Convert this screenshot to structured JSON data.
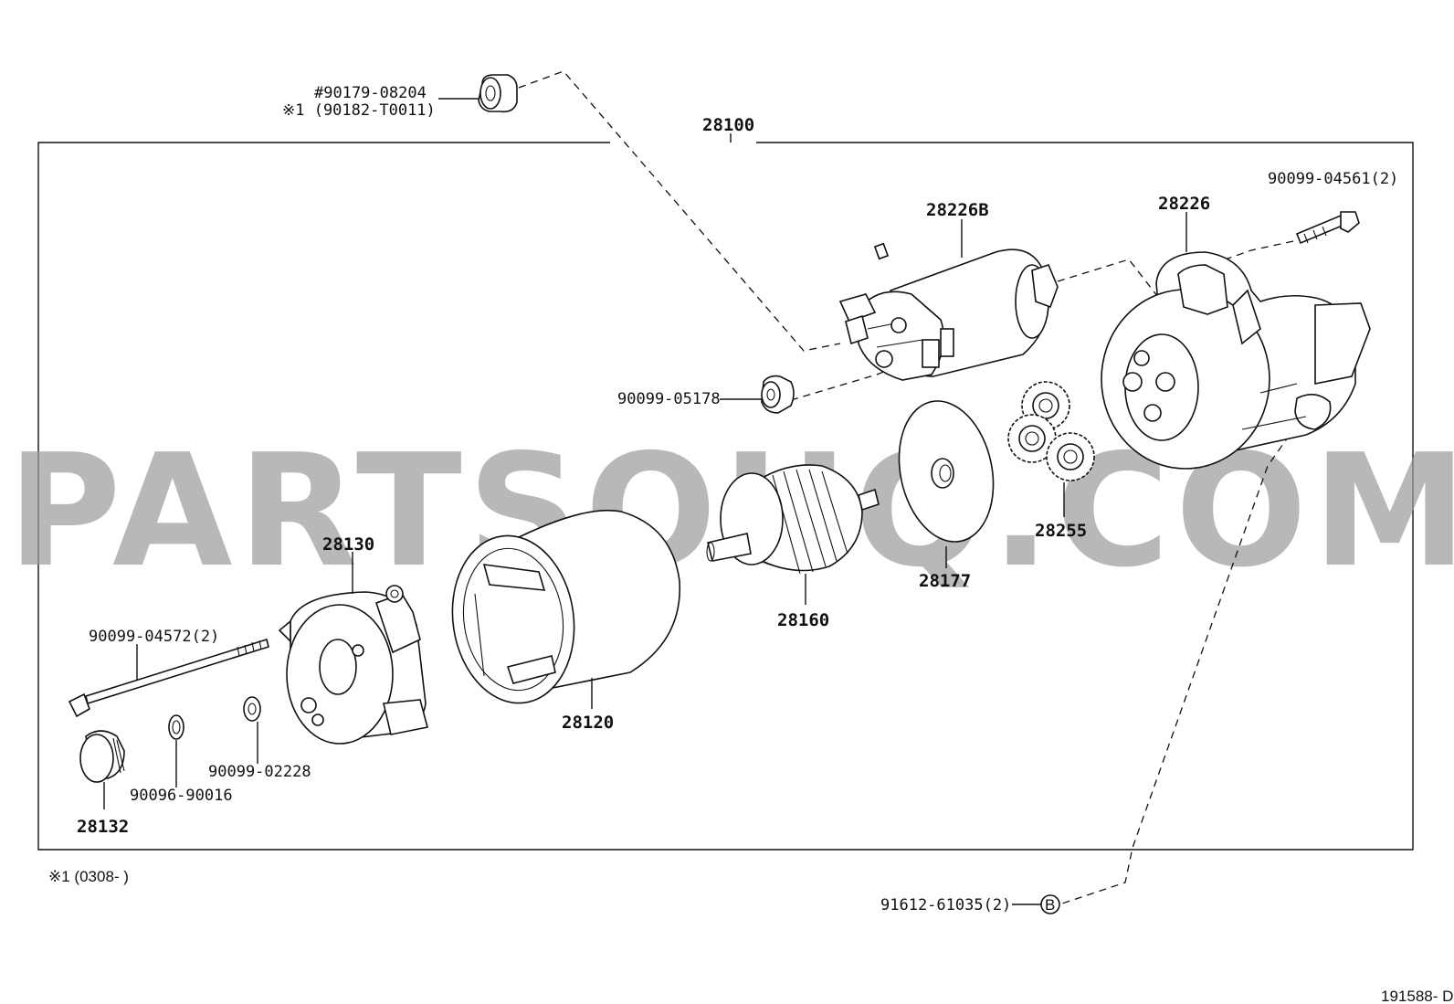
{
  "assembly": {
    "number": "28100"
  },
  "watermark": "PARTSOUQ.COM",
  "callouts": {
    "p90179": "#90179-08204",
    "p90182": "※1 (90182-T0011)",
    "p28226B": "28226B",
    "p28226": "28226",
    "p90099_04561": "90099-04561(2)",
    "p90099_05178": "90099-05178",
    "p28255": "28255",
    "p28177": "28177",
    "p28160": "28160",
    "p28130": "28130",
    "p28120": "28120",
    "p90099_04572": "90099-04572(2)",
    "p90099_02228": "90099-02228",
    "p90096_90016": "90096-90016",
    "p28132": "28132",
    "p91612": "91612-61035(2)",
    "ref_b": "B"
  },
  "footnote": "※1 (0308-        )",
  "diagram_id": "191588- D"
}
